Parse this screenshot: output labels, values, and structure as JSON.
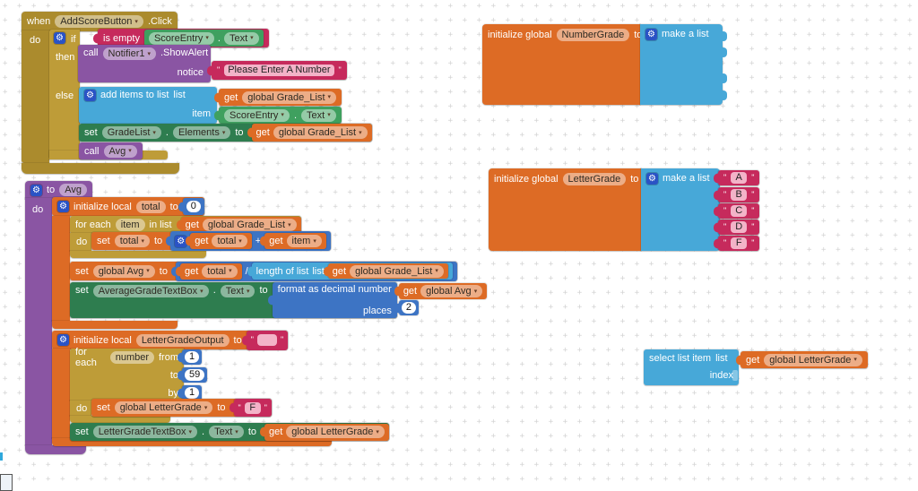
{
  "app": {
    "name": "MIT App Inventor Blocks Editor",
    "view": "Blocks canvas"
  },
  "colors": {
    "event_gold": "#AB8B2D",
    "control_gold": "#BE9C38",
    "variables_orange": "#DD6B25",
    "lists_blue": "#47A8D8",
    "math_blue": "#3D74C4",
    "text_magenta": "#C62A5C",
    "procedures_purple": "#8A55A3",
    "component_setter_green": "#2E7D4F",
    "component_getter_green": "#3FA05F",
    "mutator_gear_blue": "#2A53C5",
    "canvas_background": "#FFFFFF",
    "grid_mark": "#D4D4D4"
  },
  "tokens": {
    "when": "when",
    "do": "do",
    "if": "if",
    "then": "then",
    "else": "else",
    "in": "in",
    "call": "call",
    "set": "set",
    "get": "get",
    "to": "to",
    "dot": ".",
    "is_empty": "is empty",
    "notice": "notice",
    "list": "list",
    "item": "item",
    "index": "index",
    "from": "from",
    "by": "by",
    "plus": "+",
    "divide": "/",
    "add_items": "add items to list",
    "for_each": "for each",
    "in_list": "in list",
    "init_local": "initialize local",
    "init_global": "initialize global",
    "make_list": "make a list",
    "select_item": "select list item",
    "len_list": "length of list",
    "format_dec": "format as decimal number",
    "places": "places",
    "quote": "\"",
    "arrow": "▾",
    "gear": "⚙"
  },
  "fields": {
    "add_score_button": "AddScoreButton",
    "click": ".Click",
    "score_entry": "ScoreEntry",
    "text": "Text",
    "notifier1": "Notifier1",
    "show_alert": ".ShowAlert",
    "alert_message": "Please Enter A Number",
    "global_grade_list": "global Grade_List",
    "grade_list": "GradeList",
    "elements": "Elements",
    "avg": "Avg",
    "total": "total",
    "item": "item",
    "number": "number",
    "global_avg": "global Avg",
    "average_grade_textbox": "AverageGradeTextBox",
    "number_grade": "NumberGrade",
    "letter_grade": "LetterGrade",
    "letter_grade_output": "LetterGradeOutput",
    "global_letter_grade": "global LetterGrade",
    "letter_grade_textbox": "LetterGradeTextBox"
  },
  "values": {
    "zero": "0",
    "places": "2",
    "loop_from": "1",
    "loop_to": "59",
    "loop_by": "1",
    "letter_f": "F",
    "empty": "",
    "letters": [
      "A",
      "B",
      "C",
      "D",
      "F"
    ]
  }
}
